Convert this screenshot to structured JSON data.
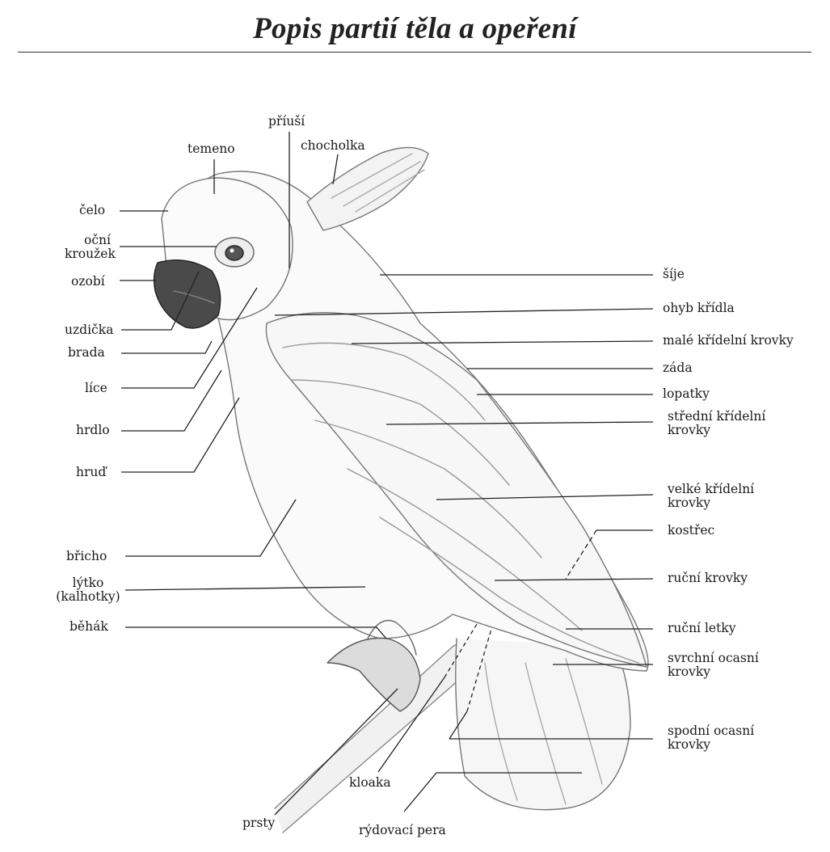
{
  "title": "Popis partií těla a opeření",
  "labels": {
    "temeno": "temeno",
    "priusi": "příuší",
    "chocholka": "chocholka",
    "celo": "čelo",
    "ocni_krouzek": "oční\nkroužek",
    "ozobi": "ozobí",
    "sije": "šíje",
    "ohyb_kridla": "ohyb křídla",
    "uzdicka": "uzdička",
    "brada": "brada",
    "male_kridelni": "malé křídelní krovky",
    "zada": "záda",
    "lice": "líce",
    "lopatky": "lopatky",
    "stredni_kridelni": "střední křídelní\nkrovky",
    "hrdlo": "hrdlo",
    "hrud": "hruď",
    "velke_kridelni": "velké křídelní\nkrovky",
    "kostrec": "kostřec",
    "bricho": "břicho",
    "lytko": "lýtko\n(kalhotky)",
    "rucni_krovky": "ruční krovky",
    "behak": "běhák",
    "rucni_letky": "ruční letky",
    "svrchni_ocasni": "svrchní ocasní\nkrovky",
    "spodni_ocasni": "spodní ocasní\nkrovky",
    "kloaka": "kloaka",
    "prsty": "prsty",
    "rydovaci_pera": "rýdovací pera"
  }
}
